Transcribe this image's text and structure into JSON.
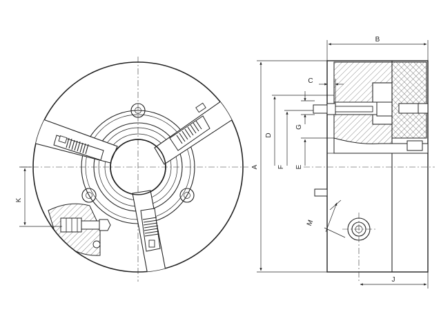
{
  "drawing": {
    "dimension_labels": {
      "A": "A",
      "B": "B",
      "C": "C",
      "D": "D",
      "E": "E",
      "F": "F",
      "G": "G",
      "J": "J",
      "K": "K",
      "M": "M"
    }
  }
}
